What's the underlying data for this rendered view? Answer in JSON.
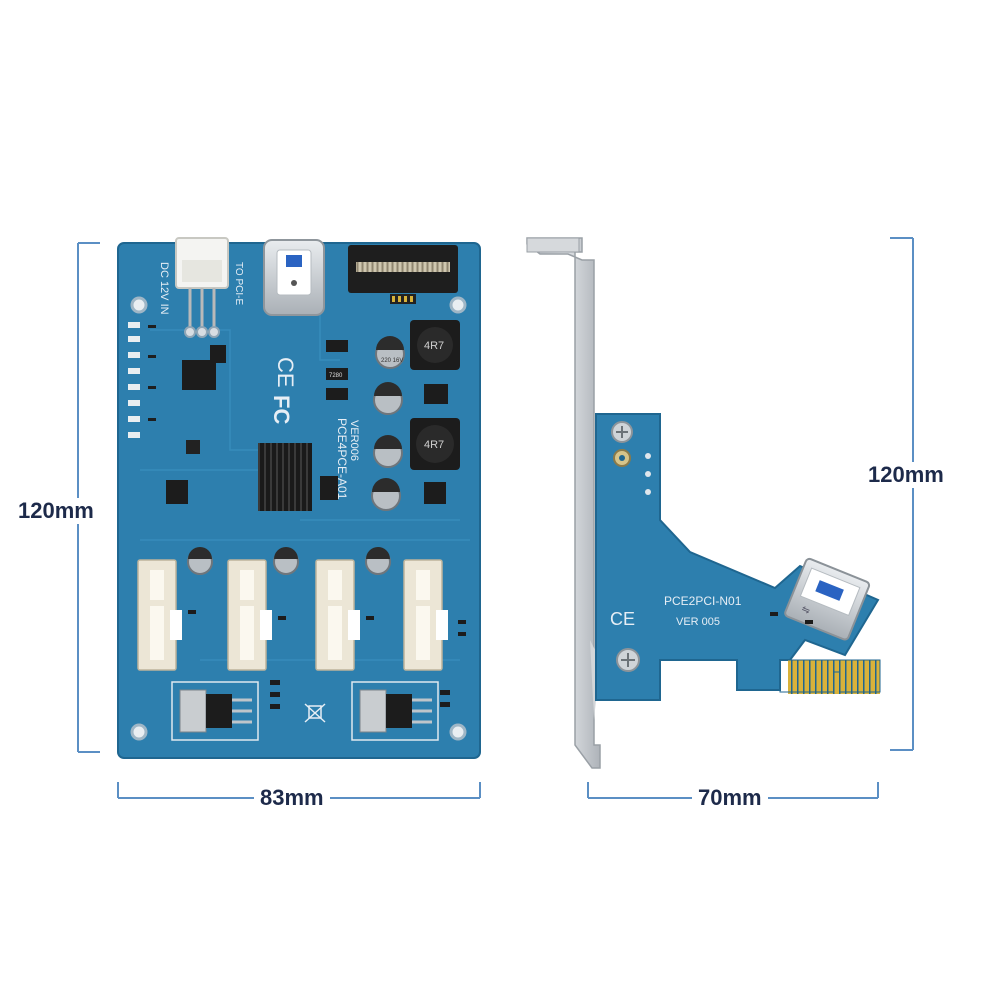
{
  "dimensions": {
    "left_height": "120mm",
    "left_width": "83mm",
    "right_height": "120mm",
    "right_width": "70mm"
  },
  "main_board": {
    "model": "PCE4PCE-A01",
    "version": "VER006",
    "power_label": "DC 12V IN",
    "usb_label": "TO PCI-E",
    "inductor_label": "4R7",
    "cap_label": "220 16V",
    "resistor_label": "7280",
    "cert_fc": "FC",
    "cert_ce": "CE"
  },
  "adapter_card": {
    "model": "PCE2PCI-N01",
    "version": "VER 005",
    "cert_ce": "CE"
  },
  "colors": {
    "pcb": "#2d7fae",
    "pcb_dark": "#1f6690",
    "dim_line": "#5b8fc4",
    "slot": "#ece6d6",
    "gold": "#d9b23a",
    "bracket": "#c9cdd2"
  }
}
